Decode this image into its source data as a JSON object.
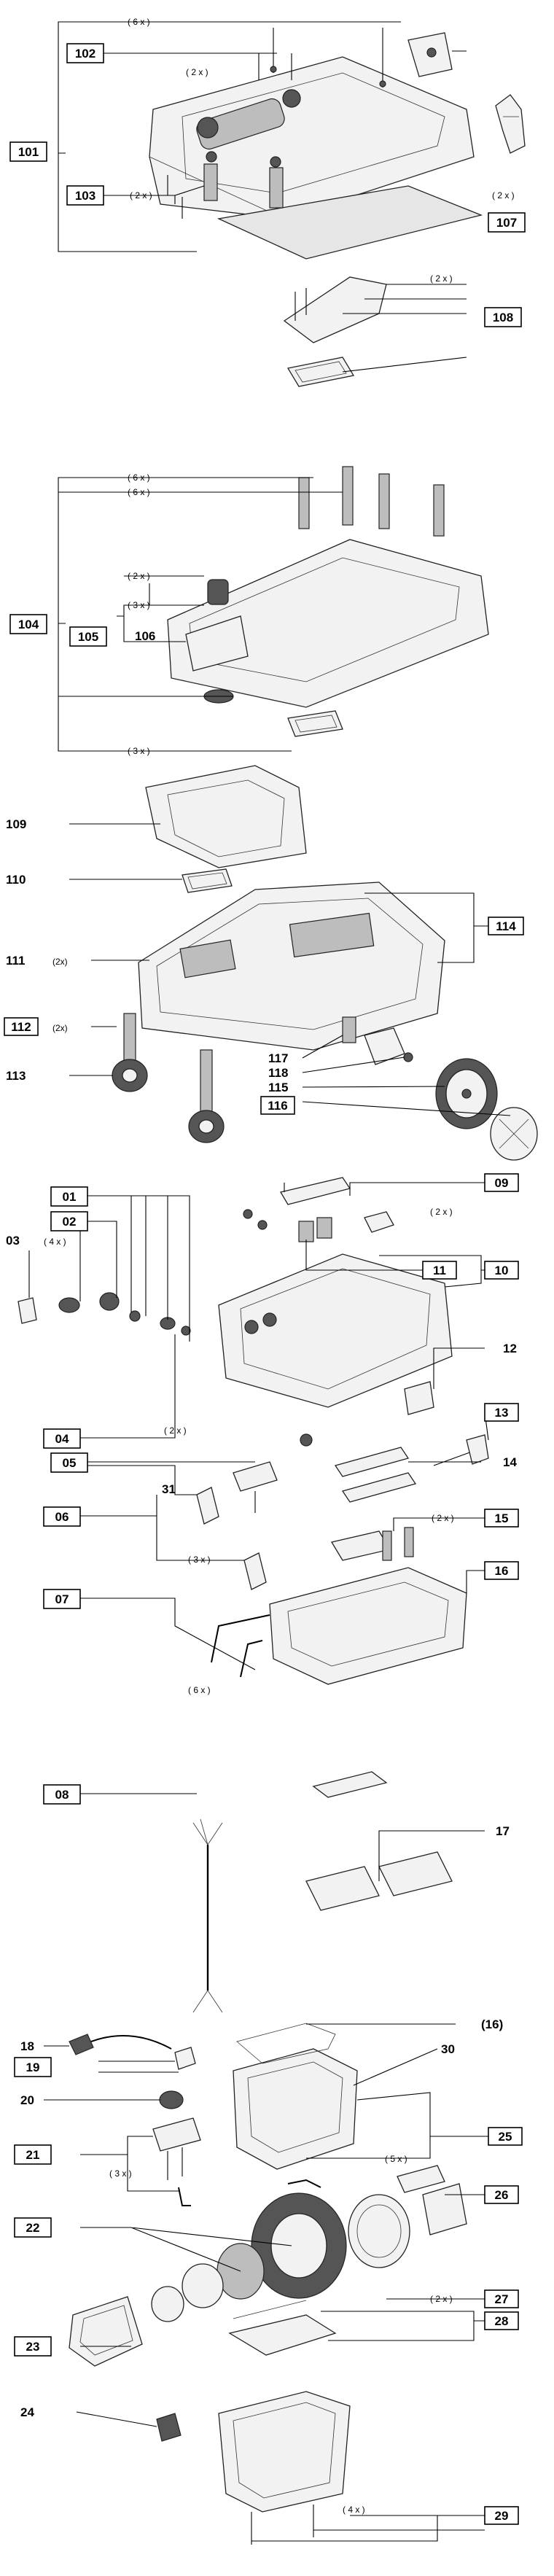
{
  "section1": {
    "labels": {
      "l101": "101",
      "l102": "102",
      "l103": "103",
      "l107": "107",
      "l108": "108"
    },
    "qty": {
      "q6x": "( 6 x )",
      "q2x_a": "( 2 x )",
      "q2x_b": "( 2 x )",
      "q2x_107": "( 2 x )",
      "q2x_108": "( 2 x )"
    }
  },
  "section2": {
    "labels": {
      "l104": "104",
      "l105": "105",
      "l106": "106"
    },
    "qty": {
      "q6x_a": "( 6 x )",
      "q6x_b": "( 6 x )",
      "q2x": "( 2 x )",
      "q3x_a": "( 3 x )",
      "q3x_b": "( 3 x )"
    }
  },
  "section3": {
    "labels": {
      "l109": "109",
      "l110": "110",
      "l111": "111",
      "l112": "112",
      "l113": "113",
      "l114": "114",
      "l115": "115",
      "l116": "116",
      "l117": "117",
      "l118": "118"
    },
    "qty": {
      "q111": "(2x)",
      "q112": "(2x)"
    }
  },
  "section4": {
    "labels": {
      "l01": "01",
      "l02": "02",
      "l03": "03",
      "l04": "04",
      "l05": "05",
      "l06": "06",
      "l07": "07",
      "l08": "08",
      "l09": "09",
      "l10": "10",
      "l11": "11",
      "l12": "12",
      "l13": "13",
      "l14": "14",
      "l15": "15",
      "l16": "16",
      "l17": "17",
      "l31": "31"
    },
    "qty": {
      "q4x": "( 4 x )",
      "q2x_a": "( 2 x )",
      "q2x_b": "( 2 x )",
      "q2x_15": "( 2 x )",
      "q3x": "( 3 x )",
      "q6x": "( 6 x )"
    }
  },
  "section5": {
    "labels": {
      "l18": "18",
      "l19": "19",
      "l20": "20",
      "l21": "21",
      "l22": "22",
      "l23": "23",
      "l24": "24",
      "l25": "25",
      "l26": "26",
      "l27": "27",
      "l28": "28",
      "l29": "29",
      "l30": "30",
      "l16ref": "(16)"
    },
    "qty": {
      "q3x": "( 3 x )",
      "q5x": "( 5 x )",
      "q2x": "( 2 x )",
      "q4x": "( 4 x )"
    }
  }
}
